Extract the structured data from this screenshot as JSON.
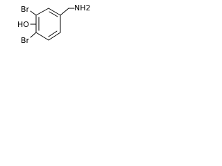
{
  "molecule": {
    "atoms": {
      "br_top": "Br",
      "br_bottom": "Br",
      "hydroxyl": "HO",
      "amine": "NH2"
    }
  }
}
